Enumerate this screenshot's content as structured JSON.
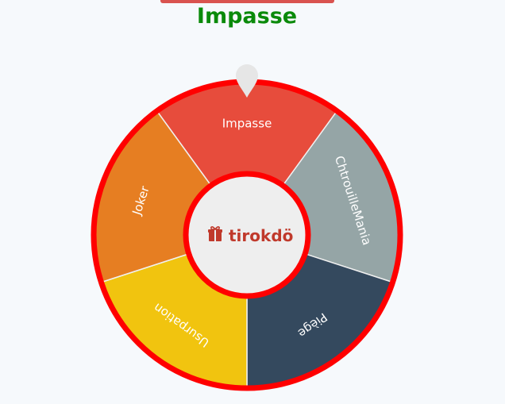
{
  "header": {
    "result_title": "Impasse"
  },
  "wheel": {
    "center_brand": "tirokdö",
    "segments": [
      {
        "label": "Impasse",
        "color": "#e74c3c"
      },
      {
        "label": "ChtrouilleMania",
        "color": "#95a5a6"
      },
      {
        "label": "Piège",
        "color": "#34495e"
      },
      {
        "label": "Usurpation",
        "color": "#f1c40f"
      },
      {
        "label": "Joker",
        "color": "#e67e22"
      }
    ]
  },
  "colors": {
    "title": "#0a8a0a",
    "top_bar": "#d9534f",
    "rim": "#ff0000",
    "hub_fill": "#eeeeee",
    "brand": "#c0392b",
    "pointer": "#e6e6e6"
  },
  "icons": {
    "pointer": "pointer-icon",
    "brand": "gift-icon"
  }
}
